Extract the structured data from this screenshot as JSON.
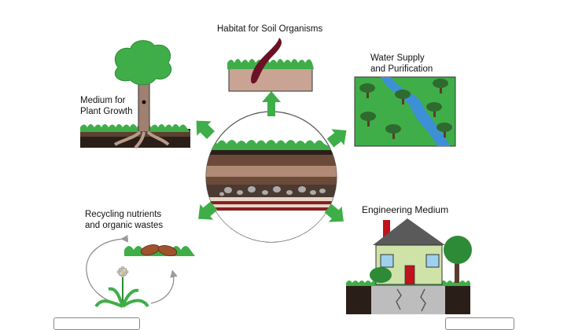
{
  "diagram": {
    "habitat": {
      "label": "Habitat for Soil Organisms"
    },
    "water": {
      "label_lines": [
        "Water Supply",
        "and Purification"
      ]
    },
    "plant": {
      "label_lines": [
        "Medium for",
        "Plant Growth"
      ]
    },
    "recycling": {
      "label_lines": [
        "Recycling nutrients",
        "and organic wastes"
      ]
    },
    "engineering": {
      "label": "Engineering Medium"
    },
    "colors": {
      "grass": "#3fae49",
      "arrow": "#3fae49",
      "soil_dark": "#3a2a20",
      "soil_brown": "#7a5643",
      "soil_tan": "#b08a74",
      "water_bg": "#3fae49",
      "river": "#3d8fd6",
      "house_wall": "#cfe3a8",
      "roof": "#5a5a5a",
      "door": "#c0141a"
    }
  }
}
